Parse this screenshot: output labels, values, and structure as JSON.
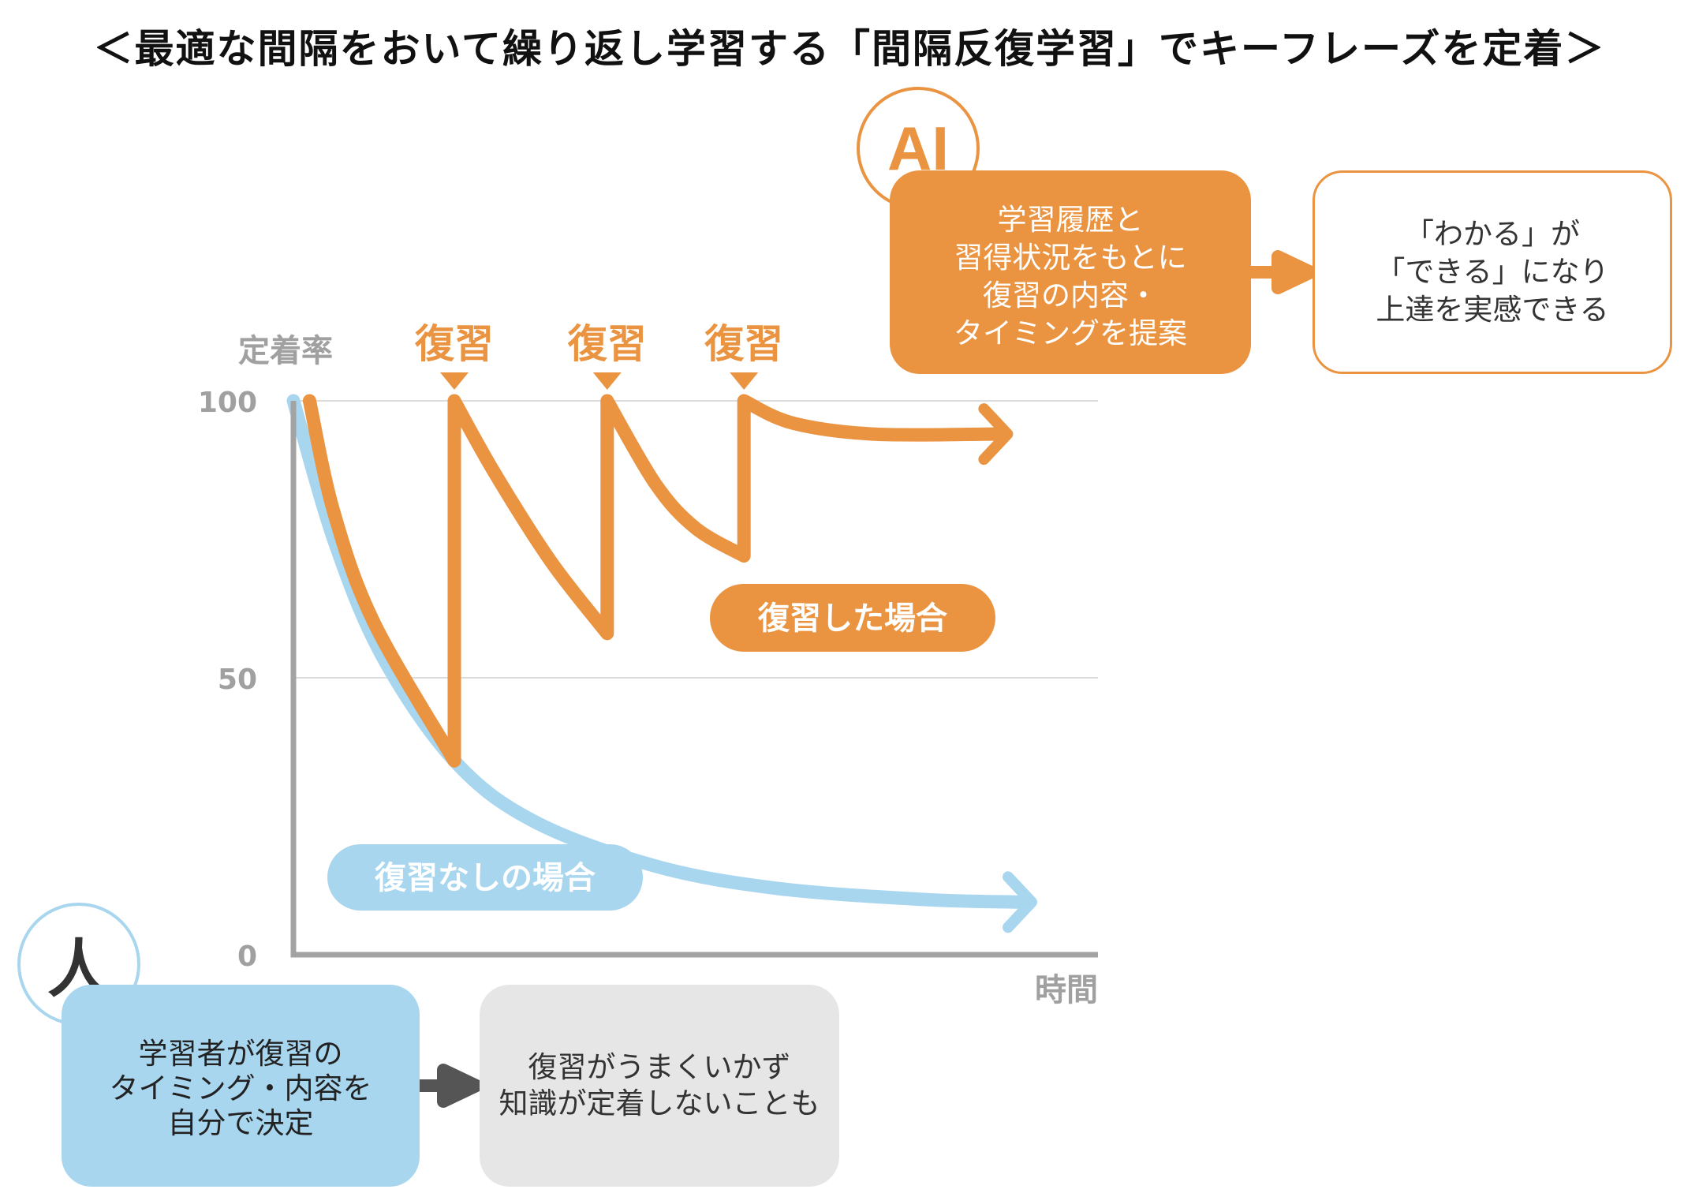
{
  "title": "＜最適な間隔をおいて繰り返し学習する「間隔反復学習」でキーフレーズを定着＞",
  "colors": {
    "orange": "#ea9441",
    "blue": "#a9d6ef",
    "axis": "#a3a3a3",
    "grid": "#dcdcdc",
    "label_gray": "#a0a0a0",
    "gray_box": "#e6e6e6"
  },
  "icons": {
    "arrow_orange": "arrow-right-icon",
    "arrow_gray": "arrow-right-icon",
    "review_marker": "triangle-down-icon"
  },
  "ai": {
    "badge": "AI",
    "box_text": "学習履歴と\n習得状況をもとに\n復習の内容・\nタイミングを提案",
    "result_text": "「わかる」が\n「できる」になり\n上達を実感できる"
  },
  "human": {
    "badge": "人",
    "box_text": "学習者が復習の\nタイミング・内容を\n自分で決定",
    "result_text": "復習がうまくいかず\n知識が定着しないことも"
  },
  "chart_data": {
    "type": "line",
    "ylabel": "定着率",
    "xlabel": "時間",
    "yticks": [
      "100",
      "50",
      "0"
    ],
    "ylim": [
      0,
      100
    ],
    "grid": true,
    "review_label": "復習",
    "series": [
      {
        "name": "復習なしの場合",
        "color": "#a9d6ef",
        "points": [
          [
            0.0,
            100
          ],
          [
            0.05,
            75
          ],
          [
            0.11,
            54
          ],
          [
            0.2,
            35
          ],
          [
            0.3,
            24
          ],
          [
            0.45,
            16
          ],
          [
            0.6,
            12
          ],
          [
            0.78,
            10
          ],
          [
            0.9,
            9.5
          ]
        ]
      },
      {
        "name": "復習した場合",
        "color": "#ea9441",
        "reviews": [
          0.2,
          0.39,
          0.56
        ],
        "points": [
          [
            0.02,
            100
          ],
          [
            0.05,
            80
          ],
          [
            0.1,
            60
          ],
          [
            0.2,
            35
          ],
          [
            0.2,
            100
          ],
          [
            0.25,
            87
          ],
          [
            0.32,
            71
          ],
          [
            0.39,
            58
          ],
          [
            0.39,
            100
          ],
          [
            0.45,
            85
          ],
          [
            0.5,
            77
          ],
          [
            0.56,
            72
          ],
          [
            0.56,
            100
          ],
          [
            0.62,
            96
          ],
          [
            0.72,
            94
          ],
          [
            0.87,
            94
          ]
        ]
      }
    ]
  }
}
